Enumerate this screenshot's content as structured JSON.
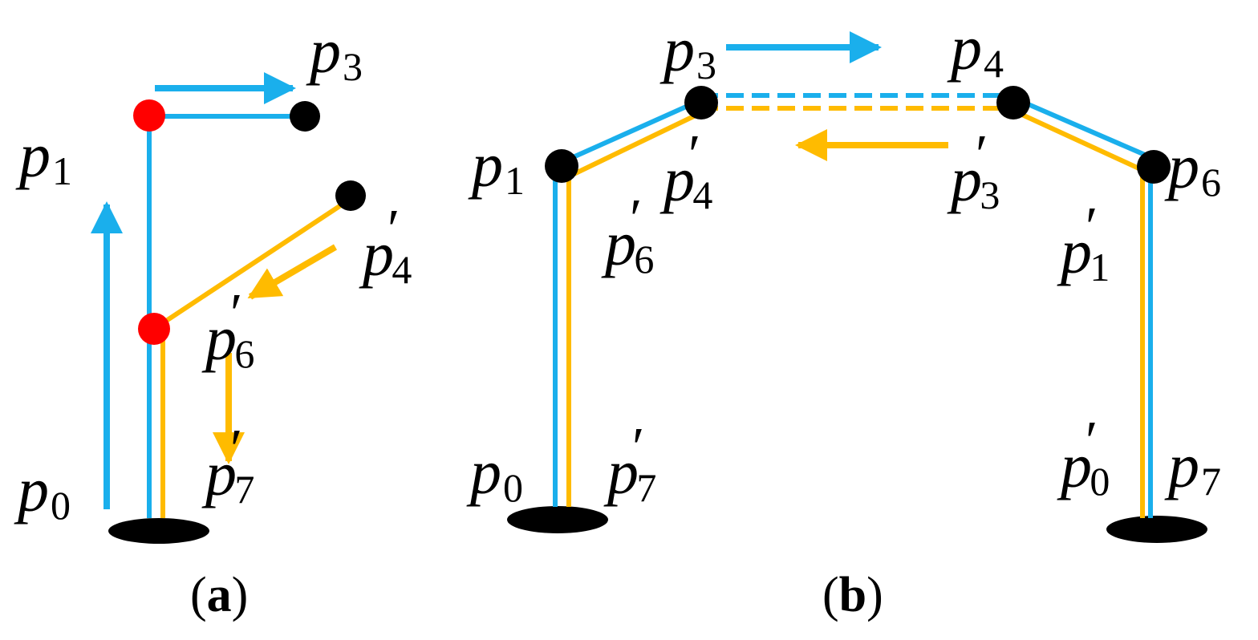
{
  "colors": {
    "blue": "#1aafec",
    "orange": "#ffbb00",
    "red": "#ff0000",
    "black": "#000000"
  },
  "panel_a": {
    "caption": {
      "open": "(",
      "letter": "a",
      "close": ")"
    },
    "labels": {
      "p0": {
        "base": "p",
        "sub": "0",
        "prime": ""
      },
      "p1": {
        "base": "p",
        "sub": "1",
        "prime": ""
      },
      "p3": {
        "base": "p",
        "sub": "3",
        "prime": ""
      },
      "p4p": {
        "base": "p",
        "sub": "4",
        "prime": "′"
      },
      "p6p": {
        "base": "p",
        "sub": "6",
        "prime": "′"
      },
      "p7p": {
        "base": "p",
        "sub": "7",
        "prime": "′"
      }
    }
  },
  "panel_b": {
    "caption": {
      "open": "(",
      "letter": "b",
      "close": ")"
    },
    "labels": {
      "p0": {
        "base": "p",
        "sub": "0",
        "prime": ""
      },
      "p7p": {
        "base": "p",
        "sub": "7",
        "prime": "′"
      },
      "p1": {
        "base": "p",
        "sub": "1",
        "prime": ""
      },
      "p6p": {
        "base": "p",
        "sub": "6",
        "prime": "′"
      },
      "p3": {
        "base": "p",
        "sub": "3",
        "prime": ""
      },
      "p4p": {
        "base": "p",
        "sub": "4",
        "prime": "′"
      },
      "p4": {
        "base": "p",
        "sub": "4",
        "prime": ""
      },
      "p3p": {
        "base": "p",
        "sub": "3",
        "prime": "′"
      },
      "p6": {
        "base": "p",
        "sub": "6",
        "prime": ""
      },
      "p1p": {
        "base": "p",
        "sub": "1",
        "prime": "′"
      },
      "p0p": {
        "base": "p",
        "sub": "0",
        "prime": "′"
      },
      "p7": {
        "base": "p",
        "sub": "7",
        "prime": ""
      }
    }
  }
}
